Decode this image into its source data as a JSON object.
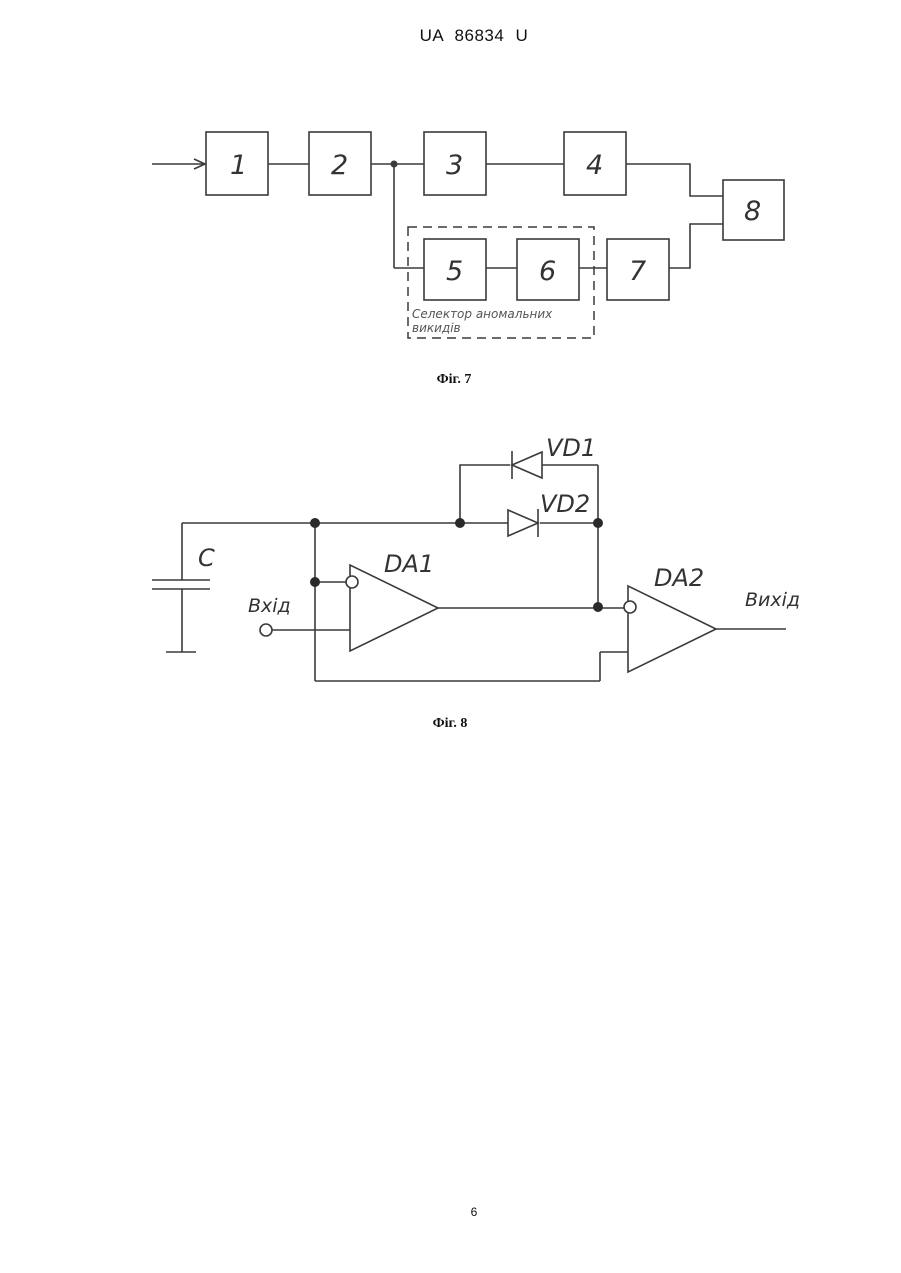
{
  "header": {
    "patent_number": "UA   86834   U"
  },
  "figure7": {
    "caption": "Фіг. 7",
    "blocks": [
      "1",
      "2",
      "3",
      "4",
      "5",
      "6",
      "7",
      "8"
    ],
    "selector_label_line1": "Селектор аномальних",
    "selector_label_line2": "викидів"
  },
  "figure8": {
    "caption": "Фіг. 8",
    "capacitor_label": "C",
    "diode1_label": "VD1",
    "diode2_label": "VD2",
    "opamp1_label": "DA1",
    "opamp2_label": "DA2",
    "input_label": "Вхід",
    "output_label": "Вихід"
  },
  "footer": {
    "page_number": "6"
  }
}
